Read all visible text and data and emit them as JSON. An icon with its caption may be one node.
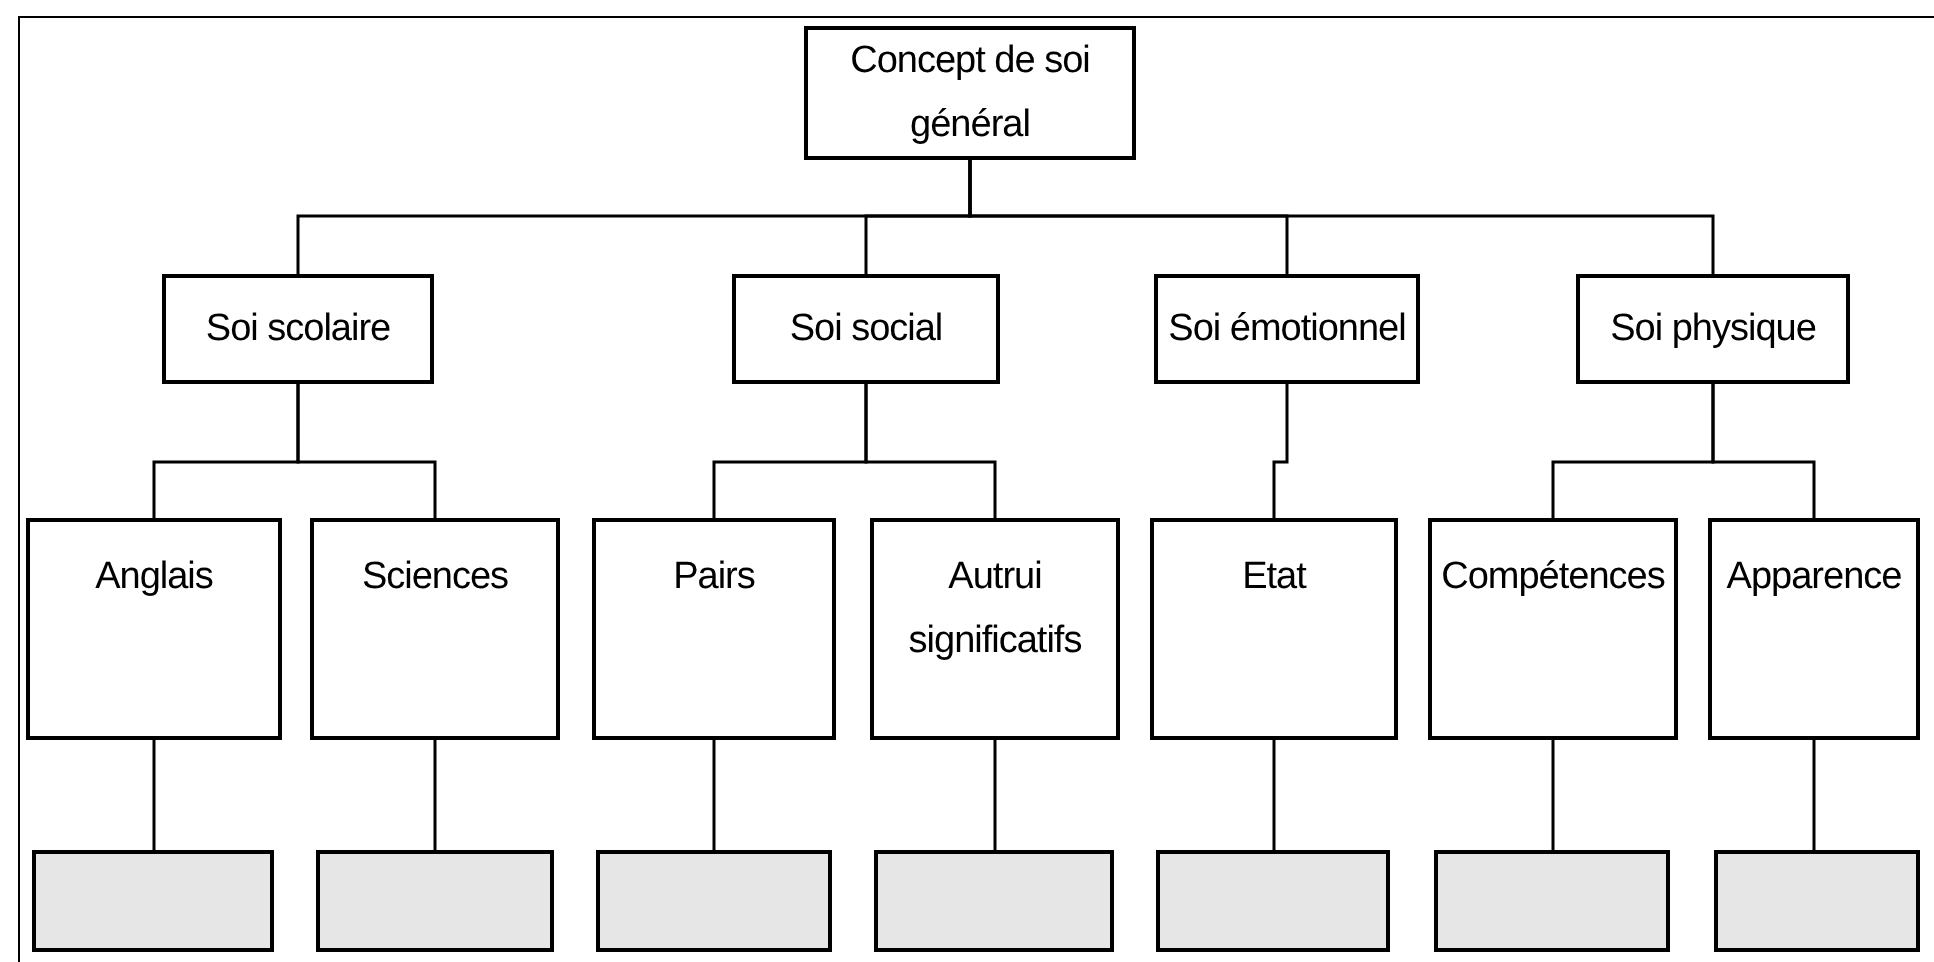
{
  "diagram": {
    "nodes": [
      {
        "text": [
          "Concept de soi général"
        ]
      },
      {
        "text": [
          "Soi scolaire"
        ]
      },
      {
        "text": [
          "Soi social"
        ]
      },
      {
        "text": [
          "Soi émotionnel"
        ]
      },
      {
        "text": [
          "Soi physique"
        ]
      },
      {
        "text": [
          "Anglais"
        ]
      },
      {
        "text": [
          "Sciences"
        ]
      },
      {
        "text": [
          "Pairs"
        ]
      },
      {
        "text": [
          "Autrui significatifs"
        ]
      },
      {
        "text": [
          "Etat"
        ]
      },
      {
        "text": [
          "Compétences"
        ]
      },
      {
        "text": [
          "Apparence"
        ]
      },
      {
        "text": [],
        "shape": "box"
      },
      {
        "text": [],
        "shape": "box"
      },
      {
        "text": [],
        "shape": "box"
      },
      {
        "text": [],
        "shape": "box"
      },
      {
        "text": [],
        "shape": "box"
      },
      {
        "text": [],
        "shape": "box"
      },
      {
        "text": [],
        "shape": "box"
      }
    ],
    "edges": [
      {
        "from": 0,
        "to": 1,
        "arrow": "none"
      },
      {
        "from": 0,
        "to": 2,
        "arrow": "none"
      },
      {
        "from": 0,
        "to": 3,
        "arrow": "none"
      },
      {
        "from": 0,
        "to": 4,
        "arrow": "none"
      },
      {
        "from": 1,
        "to": 5,
        "arrow": "none"
      },
      {
        "from": 1,
        "to": 6,
        "arrow": "none"
      },
      {
        "from": 2,
        "to": 7,
        "arrow": "none"
      },
      {
        "from": 2,
        "to": 8,
        "arrow": "none"
      },
      {
        "from": 3,
        "to": 9,
        "arrow": "none"
      },
      {
        "from": 4,
        "to": 10,
        "arrow": "none"
      },
      {
        "from": 4,
        "to": 11,
        "arrow": "none"
      },
      {
        "from": 5,
        "to": 12,
        "arrow": "none"
      },
      {
        "from": 6,
        "to": 13,
        "arrow": "none"
      },
      {
        "from": 7,
        "to": 14,
        "arrow": "none"
      },
      {
        "from": 8,
        "to": 15,
        "arrow": "none"
      },
      {
        "from": 9,
        "to": 16,
        "arrow": "none"
      },
      {
        "from": 10,
        "to": 17,
        "arrow": "none"
      },
      {
        "from": 11,
        "to": 18,
        "arrow": "none"
      }
    ]
  }
}
